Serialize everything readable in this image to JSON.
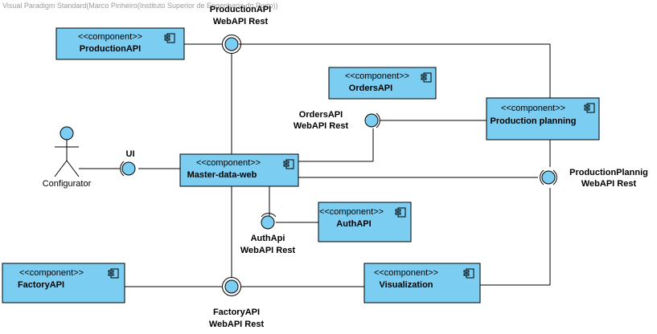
{
  "watermark": "Visual Paradigm Standard(Marco Pinheiro(Instituto Superior de Engenharia do Porto))",
  "stereotype": "<<component>>",
  "colors": {
    "component_fill": "#7ccdf2",
    "stroke": "#000000",
    "watermark": "#9a9a9a"
  },
  "components": {
    "production_api": "ProductionAPI",
    "orders_api": "OrdersAPI",
    "production_planning": "Production planning",
    "master_data_web": "Master-data-web",
    "auth_api": "AuthAPI",
    "factory_api": "FactoryAPI",
    "visualization": "Visualization"
  },
  "interfaces": {
    "production_api_rest": [
      "ProductionAPI",
      "WebAPI Rest"
    ],
    "orders_api_rest": [
      "OrdersAPI",
      "WebAPI Rest"
    ],
    "ui": [
      "UI"
    ],
    "production_planning_rest": [
      "ProductionPlannig",
      "WebAPI Rest"
    ],
    "auth_api_rest": [
      "AuthApi",
      "WebAPI Rest"
    ],
    "factory_api_rest": [
      "FactoryAPI",
      "WebAPI Rest"
    ]
  },
  "actor": {
    "name": "Configurator"
  }
}
